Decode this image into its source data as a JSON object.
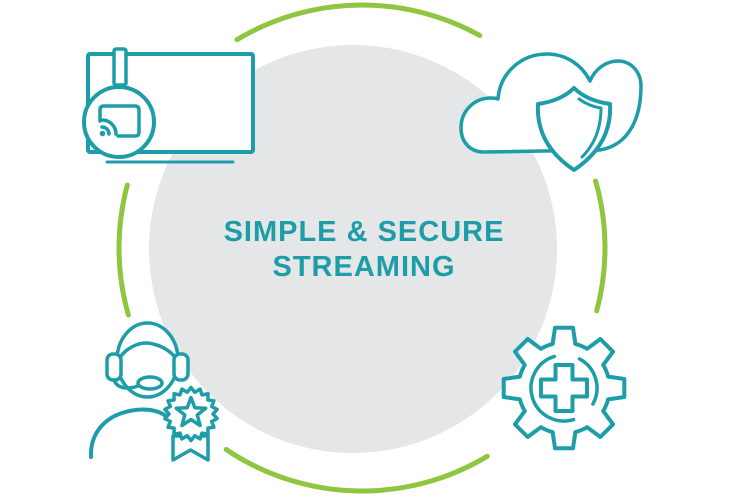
{
  "title": {
    "line1": "SIMPLE & SECURE",
    "line2": "STREAMING"
  },
  "icons": [
    {
      "id": "tv-chromecast-icon",
      "meaning": "tv screen with cast dongle"
    },
    {
      "id": "cloud-shield-icon",
      "meaning": "cloud with security shield"
    },
    {
      "id": "support-agent-badge-icon",
      "meaning": "support agent with award ribbon"
    },
    {
      "id": "gear-plus-icon",
      "meaning": "gear with plus cross"
    }
  ],
  "colors": {
    "teal": "#1C9DA8",
    "green": "#8EC63F",
    "gray": "#E4E6E7",
    "bg": "#FFFFFF"
  }
}
